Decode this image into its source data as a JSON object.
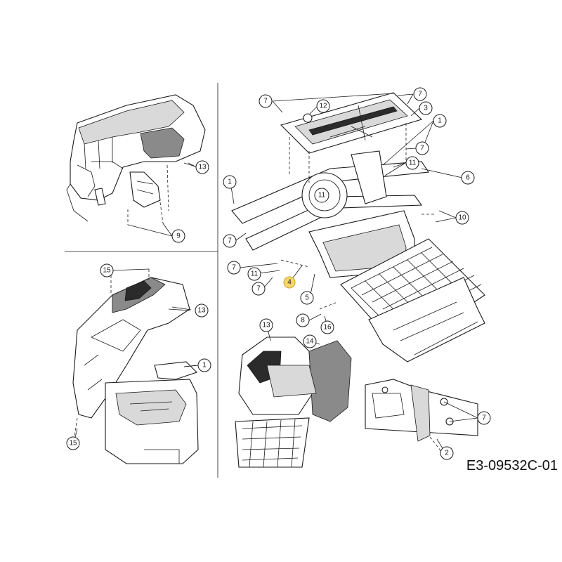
{
  "drawing_code": "E3-09532C-01",
  "highlight_color": "#f5d86a",
  "callouts": [
    {
      "id": "c7a",
      "label": "7",
      "highlight": false
    },
    {
      "id": "c7b",
      "label": "7",
      "highlight": false
    },
    {
      "id": "c12",
      "label": "12",
      "highlight": false
    },
    {
      "id": "c3",
      "label": "3",
      "highlight": false
    },
    {
      "id": "c1a",
      "label": "1",
      "highlight": false
    },
    {
      "id": "c7c",
      "label": "7",
      "highlight": false
    },
    {
      "id": "c11a",
      "label": "11",
      "highlight": false
    },
    {
      "id": "c6",
      "label": "6",
      "highlight": false
    },
    {
      "id": "c1b",
      "label": "1",
      "highlight": false
    },
    {
      "id": "c11b",
      "label": "11",
      "highlight": false
    },
    {
      "id": "c10",
      "label": "10",
      "highlight": false
    },
    {
      "id": "c7d",
      "label": "7",
      "highlight": false
    },
    {
      "id": "c7e",
      "label": "7",
      "highlight": false
    },
    {
      "id": "c11c",
      "label": "11",
      "highlight": false
    },
    {
      "id": "c7f",
      "label": "7",
      "highlight": false
    },
    {
      "id": "c4",
      "label": "4",
      "highlight": true
    },
    {
      "id": "c5",
      "label": "5",
      "highlight": false
    },
    {
      "id": "c8",
      "label": "8",
      "highlight": false
    },
    {
      "id": "c16",
      "label": "16",
      "highlight": false
    },
    {
      "id": "c13a",
      "label": "13",
      "highlight": false
    },
    {
      "id": "c9",
      "label": "9",
      "highlight": false
    },
    {
      "id": "c15a",
      "label": "15",
      "highlight": false
    },
    {
      "id": "c13b",
      "label": "13",
      "highlight": false
    },
    {
      "id": "c1c",
      "label": "1",
      "highlight": false
    },
    {
      "id": "c15b",
      "label": "15",
      "highlight": false
    },
    {
      "id": "c13c",
      "label": "13",
      "highlight": false
    },
    {
      "id": "c14",
      "label": "14",
      "highlight": false
    },
    {
      "id": "c7g",
      "label": "7",
      "highlight": false
    },
    {
      "id": "c2",
      "label": "2",
      "highlight": false
    }
  ]
}
